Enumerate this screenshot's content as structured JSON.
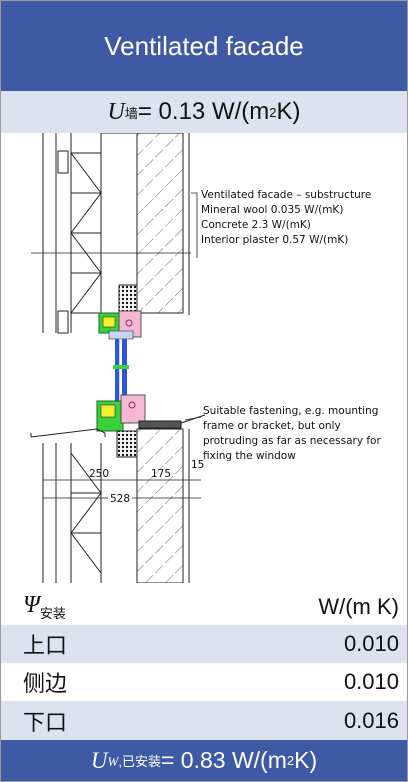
{
  "title": "Ventilated facade",
  "wall_u": {
    "symbol": "U",
    "subscript": "墙",
    "equals": " = 0.13 W/(m",
    "exp": "2",
    "suffix": " K)"
  },
  "drawing": {
    "callout_top": [
      "Ventilated facade – substructure",
      "Mineral wool 0.035 W/(mK)",
      "Concrete 2.3 W/(mK)",
      "Interior plaster 0.57 W/(mK)"
    ],
    "callout_bottom": [
      "Suitable fastening, e.g. mounting",
      "frame or bracket, but only",
      "protruding as far as necessary for",
      "fixing the window"
    ],
    "dimensions": {
      "d250": "250",
      "d175": "175",
      "d15": "15",
      "d528": "528"
    }
  },
  "psi_table": {
    "symbol": "Ψ",
    "subscript": "安装",
    "unit": "W/(m K)",
    "rows": [
      {
        "label": "上口",
        "value": "0.010"
      },
      {
        "label": "侧边",
        "value": "0.010"
      },
      {
        "label": "下口",
        "value": "0.016"
      }
    ]
  },
  "window_u": {
    "symbol": "U",
    "sub_w": "W",
    "sub_rest": ",已安装",
    "equals": " = 0.83 W/(m",
    "exp": "2",
    "suffix": " K)"
  },
  "colors": {
    "header_bg": "#3e5aa4",
    "shade_bg": "#dde2ef",
    "frame_green": "#39d23a",
    "frame_yellow": "#f3ef2e",
    "glass_blue": "#2f56d8",
    "seal_pink": "#f5b9d3"
  }
}
